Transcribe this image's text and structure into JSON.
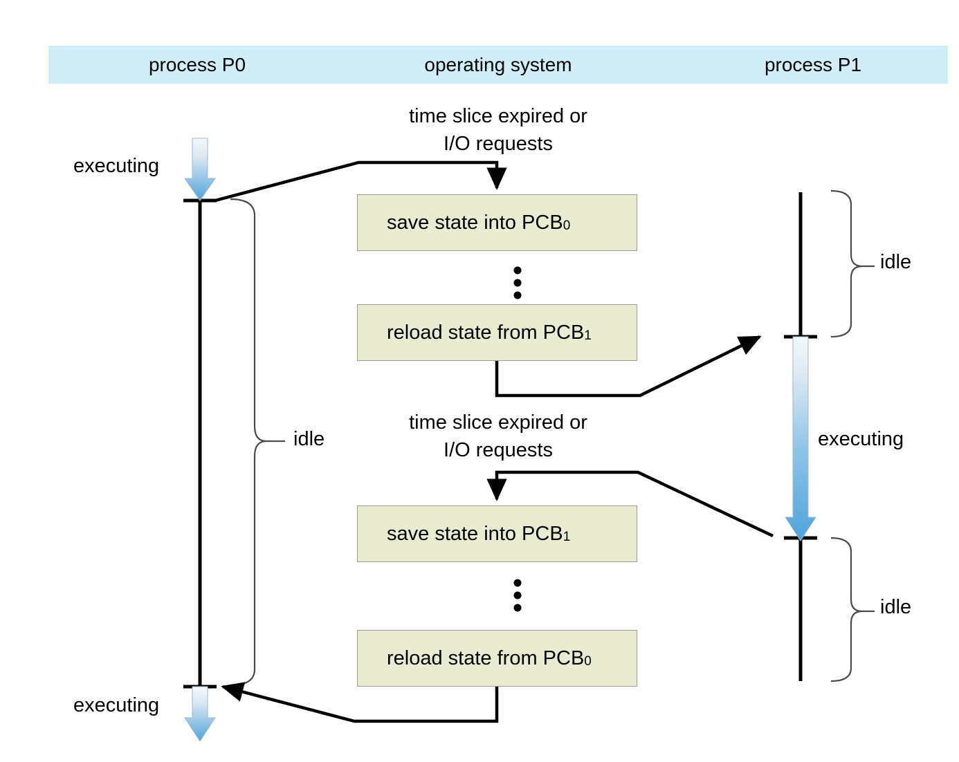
{
  "header": {
    "columns": [
      {
        "label": "process P0"
      },
      {
        "label": "operating system"
      },
      {
        "label": "process P1"
      }
    ],
    "band_color": "#cfeef7"
  },
  "os_boxes": [
    {
      "prefix": "save state into PCB",
      "subscript": "0"
    },
    {
      "prefix": "reload state from PCB",
      "subscript": "1"
    },
    {
      "prefix": "save state into PCB",
      "subscript": "1"
    },
    {
      "prefix": "reload state from PCB",
      "subscript": "0"
    }
  ],
  "notes": [
    {
      "line1": "time slice expired or",
      "line2": "I/O requests"
    },
    {
      "line1": "time slice expired or",
      "line2": "I/O requests"
    }
  ],
  "labels": {
    "executing_top": "executing",
    "executing_bottom": "executing",
    "idle_p0": "idle",
    "idle_p1_top": "idle",
    "executing_p1": "executing",
    "idle_p1_bottom": "idle"
  },
  "colors": {
    "header_band": "#cfeef7",
    "box_fill": "#e9ecd0",
    "box_border": "#9a9a8e",
    "timeline": "#000000",
    "arrow_blue_start": "#f2f6fa",
    "arrow_blue_end": "#4fa3dc",
    "brace": "#555555"
  },
  "ellipsis": {
    "glyph": "dot",
    "count": 3
  },
  "chart_data": {
    "type": "table",
    "title": "CPU context switch between process P0 and process P1",
    "lanes": [
      "process P0",
      "operating system",
      "process P1"
    ],
    "timeline_events": [
      {
        "lane": "process P0",
        "state": "executing",
        "from": 200,
        "to": 290
      },
      {
        "lane": "operating system",
        "step": "save state into PCB0",
        "at": 322
      },
      {
        "lane": "operating system",
        "step": "reload state from PCB1",
        "at": 481
      },
      {
        "lane": "process P1",
        "state": "executing",
        "from": 487,
        "to": 778
      },
      {
        "lane": "operating system",
        "step": "save state into PCB1",
        "at": 772
      },
      {
        "lane": "operating system",
        "step": "reload state from PCB0",
        "at": 952
      },
      {
        "lane": "process P0",
        "state": "executing",
        "from": 993,
        "to": 1070
      }
    ],
    "idle_spans": [
      {
        "lane": "process P0",
        "label": "idle",
        "from": 290,
        "to": 993
      },
      {
        "lane": "process P1",
        "label": "idle",
        "from": 278,
        "to": 487
      },
      {
        "lane": "process P1",
        "label": "idle",
        "from": 778,
        "to": 985
      }
    ],
    "triggers": [
      "time slice expired or I/O requests",
      "time slice expired or I/O requests"
    ]
  }
}
